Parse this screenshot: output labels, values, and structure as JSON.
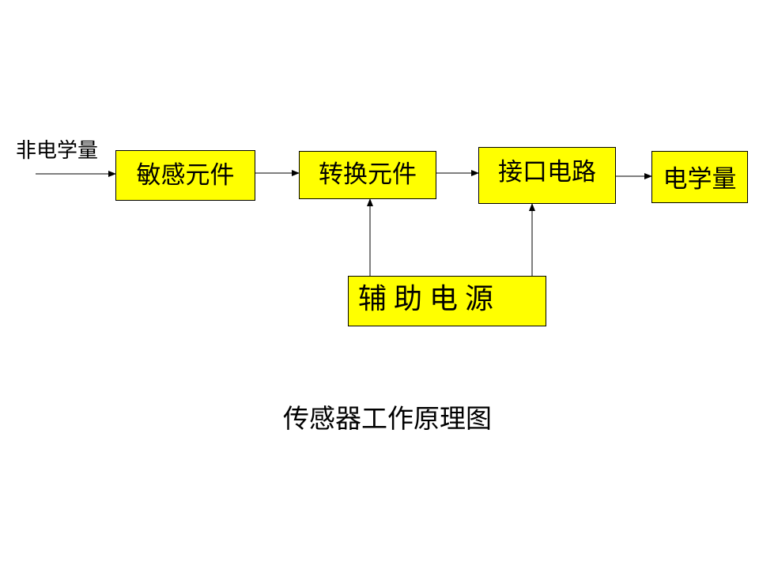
{
  "input_label": "非电学量",
  "blocks": {
    "sensing": "敏感元件",
    "conversion": "转换元件",
    "interface": "接口电路",
    "output": "电学量",
    "power": "辅助电源"
  },
  "title": "传感器工作原理图",
  "colors": {
    "block_fill": "#ffff00",
    "line": "#000000",
    "background": "#ffffff"
  }
}
